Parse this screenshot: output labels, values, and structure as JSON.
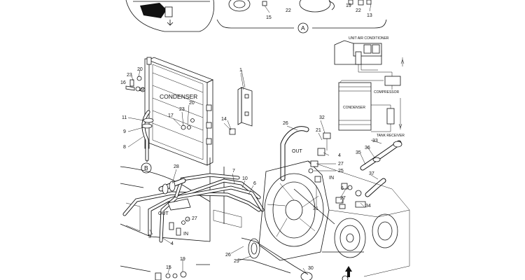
{
  "labels": {
    "condenser": "CONDENSER",
    "out_1": "OUT",
    "in_1": "IN",
    "out_2": "OUT",
    "in_2": "IN",
    "view_a": "A",
    "view_b": "B",
    "schematic_unit": "UNIT AIR CONDITIONER",
    "schematic_compressor": "COMPRESSOR",
    "schematic_condenser": "CONDENSER",
    "schematic_tank": "TANK RECEIVER"
  },
  "callouts": {
    "c1": "1",
    "c4": "4",
    "c4b": "4",
    "c5": "5",
    "c6": "6",
    "c6b": "6",
    "c7": "7",
    "c8": "8",
    "c9": "9",
    "c10": "10",
    "c11": "11",
    "c13": "13",
    "c14": "14",
    "c15": "15",
    "c15b": "15",
    "c16": "16",
    "c17": "17",
    "c19": "19",
    "c19b": "19",
    "c20": "20",
    "c20b": "20",
    "c21": "21",
    "c22": "22",
    "c22b": "22",
    "c23": "23",
    "c23b": "23",
    "c25": "25",
    "c26": "26",
    "c26b": "26",
    "c27": "27",
    "c27b": "27",
    "c27c": "27",
    "c28": "28",
    "c29": "29",
    "c30": "30",
    "c31": "31",
    "c32": "32",
    "c33": "33",
    "c34": "34",
    "c35": "35",
    "c36": "36",
    "c37": "37"
  }
}
